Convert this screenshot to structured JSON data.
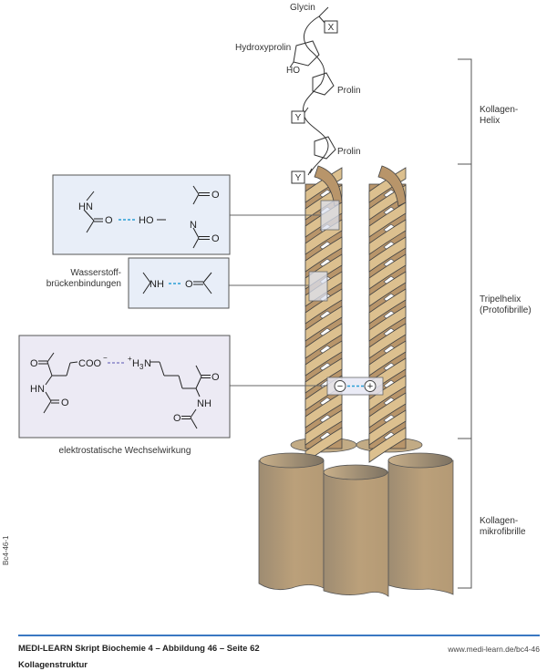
{
  "chain": {
    "glycin": "Glycin",
    "x_box": "X",
    "hydroxyprolin": "Hydroxyprolin",
    "ho": "HO",
    "prolin_1": "Prolin",
    "y_box_1": "Y",
    "prolin_2": "Prolin",
    "y_box_2": "Y"
  },
  "brackets": {
    "kollagen_helix": [
      "Kollagen-",
      "Helix"
    ],
    "tripelhelix": [
      "Tripelhelix",
      "(Protofibrille)"
    ],
    "mikrofibrille": [
      "Kollagen-",
      "mikrofibrille"
    ]
  },
  "box_1": {
    "hn": "HN",
    "o": "O",
    "ho": "HO",
    "o_right": "O",
    "n": "N",
    "o_bottom": "O"
  },
  "box_2": {
    "label": [
      "Wasserstoff-",
      "brückenbindungen"
    ],
    "nh": "NH",
    "o": "O"
  },
  "box_3": {
    "o_left": "O",
    "coo": "COO",
    "minus": "−",
    "plus": "+",
    "h3n": "H",
    "h3n_sub": "3",
    "h3n_n": "N",
    "hn": "HN",
    "o_left_bottom": "O",
    "o_right": "O",
    "nh": "NH",
    "o_right_bottom": "O",
    "caption": "elektrostatische Wechselwirkung"
  },
  "charge_marker": {
    "minus": "−",
    "plus": "+"
  },
  "colors": {
    "ribbon_light": "#dcc08f",
    "ribbon_dark": "#b8956a",
    "cylinder": "#b39a76",
    "box_fill": "#e8eef8",
    "box3_fill": "#eceaf4",
    "hbond": "#2a9fd6",
    "ionic": "#8a86c8",
    "footer_rule": "#3a78c2"
  },
  "footer": {
    "title": "MEDI-LEARN Skript Biochemie 4 – Abbildung 46 – Seite 62",
    "url": "www.medi-learn.de/bc4-46",
    "subtitle": "Kollagenstruktur",
    "code": "Bc4-46-1"
  }
}
